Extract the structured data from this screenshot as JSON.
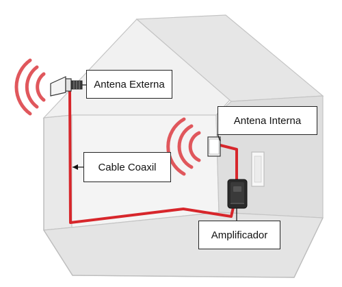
{
  "labels": {
    "external_antenna": "Antena Externa",
    "internal_antenna": "Antena Interna",
    "cable": "Cable Coaxil",
    "amplifier": "Amplificador"
  },
  "colors": {
    "cable": "#d7262b",
    "signal_waves": "#e0575c",
    "house_wall_light": "#eeeeee",
    "house_wall_mid": "#dcdcdc",
    "house_outline": "#b9b9b9",
    "amplifier_body": "#2a2a2a"
  }
}
